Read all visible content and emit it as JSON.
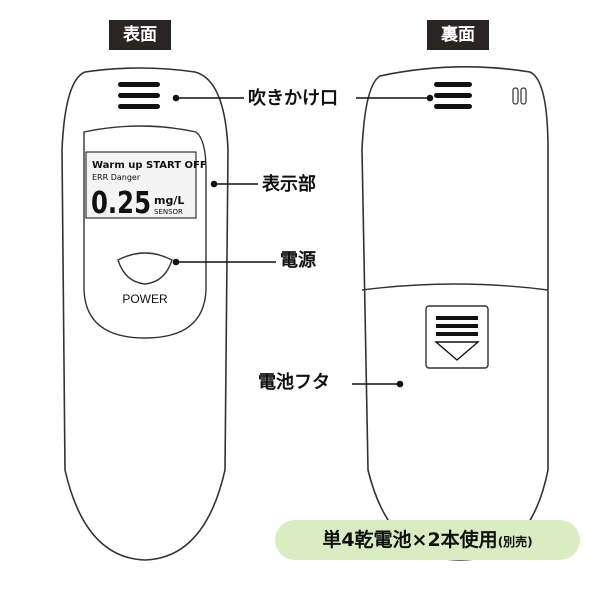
{
  "labels": {
    "front": "表面",
    "back": "裏面",
    "mouthpiece": "吹きかけ口",
    "display": "表示部",
    "power": "電源",
    "battery_cover": "電池フタ"
  },
  "device": {
    "lcd_line1": "Warm up START OFF",
    "lcd_line2": "ERR Danger",
    "lcd_value": "0.25",
    "lcd_unit": "mg/L",
    "lcd_sensor": "SENSOR",
    "power_button_label": "POWER"
  },
  "battery_note": {
    "main": "単4乾電池×2本使用",
    "sub": "(別売)"
  },
  "colors": {
    "tag_background": "#2a2424",
    "badge_background": "#d9ecc2",
    "outline": "#333333"
  }
}
